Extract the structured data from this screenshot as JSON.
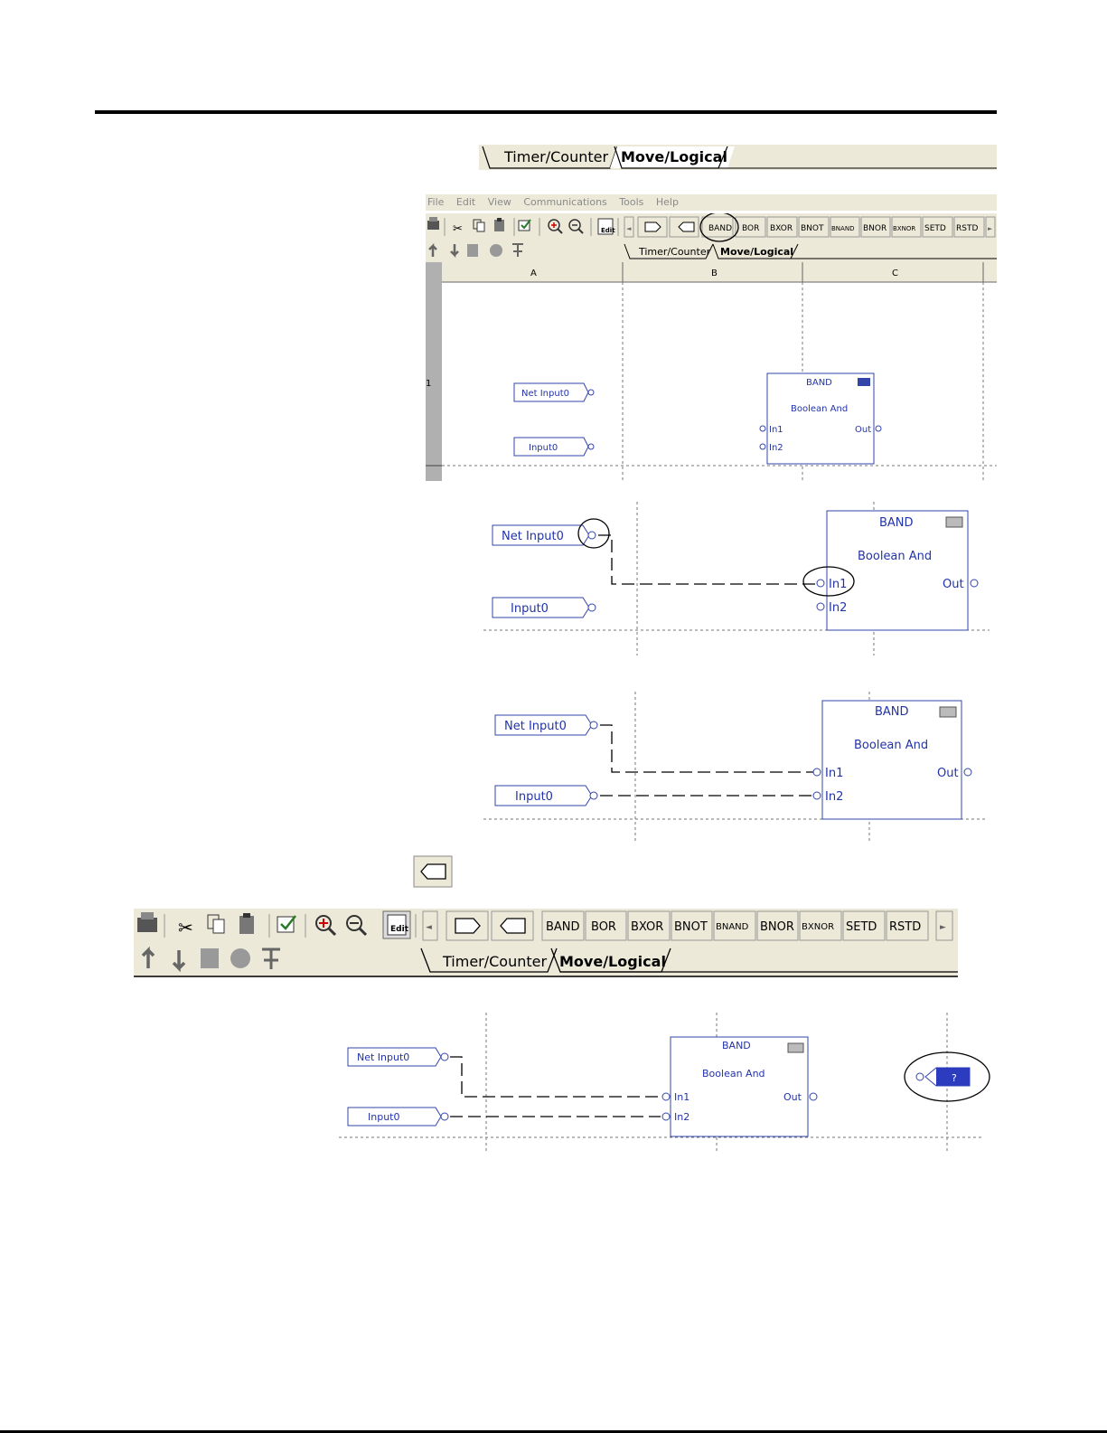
{
  "tabs": [
    "Timer/Counter",
    "Move/Logical"
  ],
  "menu": [
    "File",
    "Edit",
    "View",
    "Communications",
    "Tools",
    "Help"
  ],
  "toolbar": {
    "instructions": [
      "BAND",
      "BOR",
      "BXOR",
      "BNOT",
      "BNAND",
      "BNOR",
      "BXNOR",
      "SETD",
      "RSTD"
    ],
    "edit_label": "Edit"
  },
  "grid": {
    "columns": [
      "A",
      "B",
      "C"
    ],
    "row_label": "1"
  },
  "inputs": [
    "Net Input0",
    "Input0"
  ],
  "block": {
    "name": "BAND",
    "desc": "Boolean And",
    "in1": "In1",
    "in2": "In2",
    "out": "Out",
    "more": "..."
  },
  "output_placeholder": "?"
}
